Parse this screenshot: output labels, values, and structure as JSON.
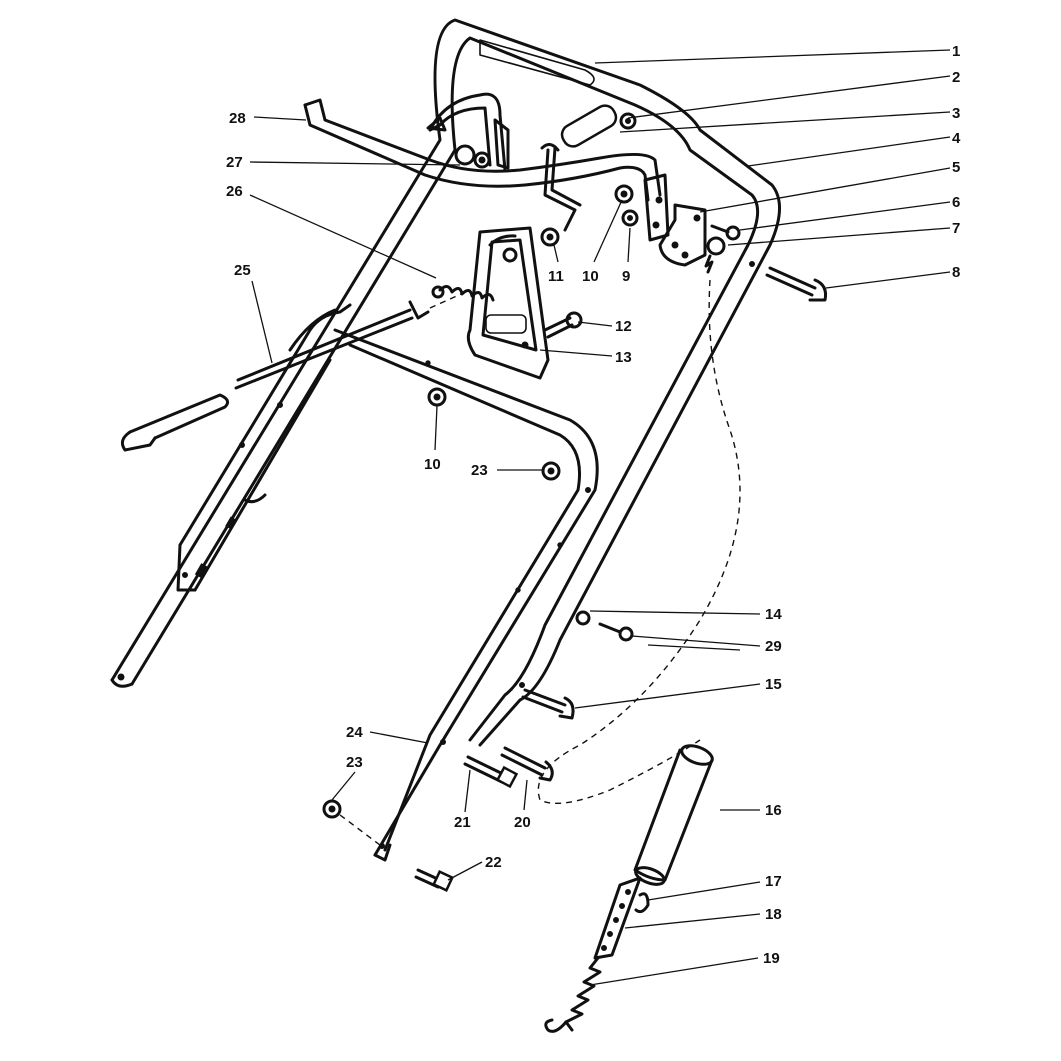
{
  "diagram": {
    "callouts": [
      "1",
      "2",
      "3",
      "4",
      "5",
      "6",
      "7",
      "8",
      "9",
      "10",
      "10",
      "11",
      "12",
      "13",
      "14",
      "15",
      "16",
      "17",
      "18",
      "19",
      "20",
      "21",
      "22",
      "23",
      "23",
      "24",
      "25",
      "26",
      "27",
      "28",
      "29"
    ]
  }
}
